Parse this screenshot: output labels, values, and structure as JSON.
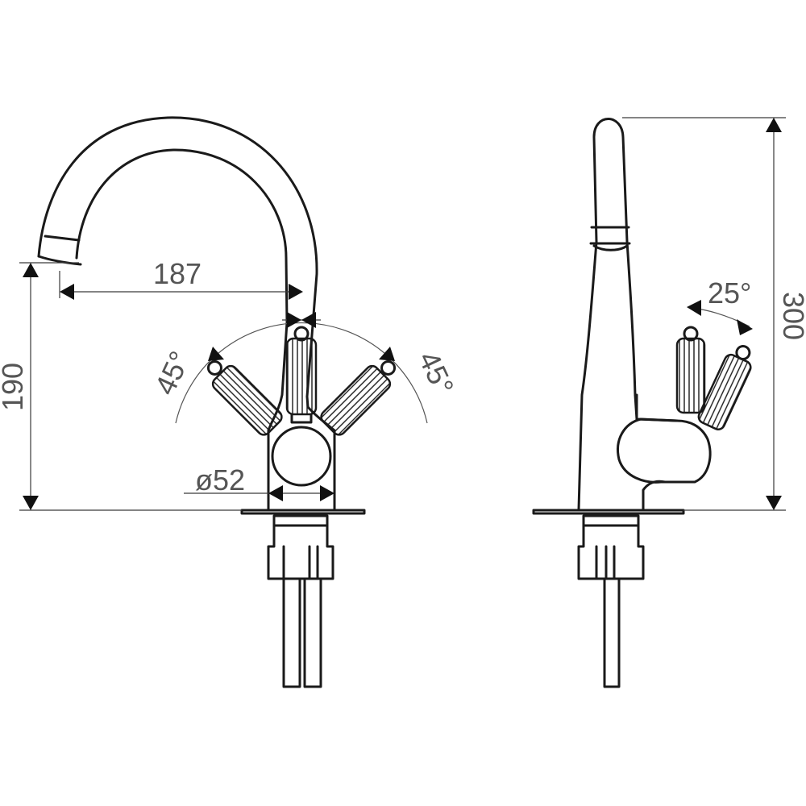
{
  "front_view": {
    "dimensions": {
      "spout_reach": "187",
      "height_to_spout": "190",
      "base_diameter": "ø52",
      "handle_angle_left": "45°",
      "handle_angle_right": "45°"
    }
  },
  "side_view": {
    "dimensions": {
      "total_height": "300",
      "handle_tilt": "25°"
    }
  }
}
